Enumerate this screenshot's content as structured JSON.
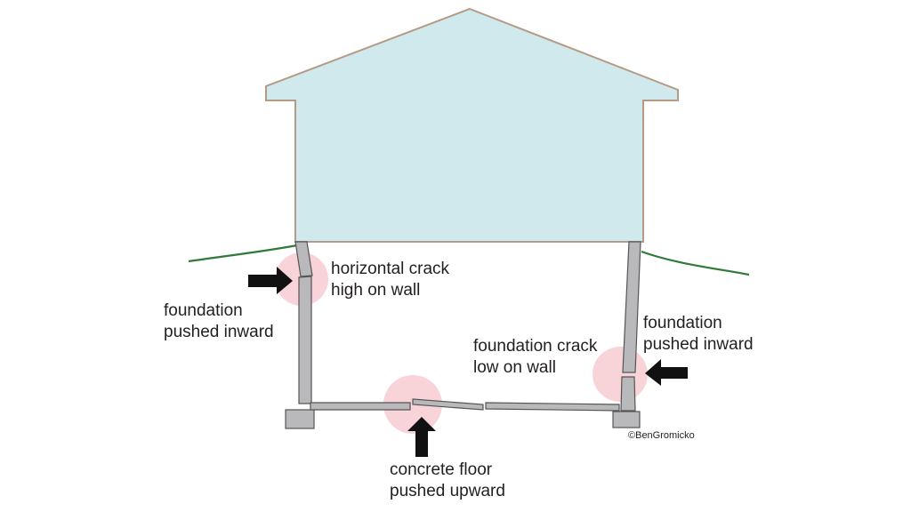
{
  "labels": {
    "horizontal_crack": [
      "horizontal crack",
      "high on wall"
    ],
    "left_pushed": [
      "foundation",
      "pushed inward"
    ],
    "right_pushed": [
      "foundation",
      "pushed inward"
    ],
    "low_crack": [
      "foundation crack",
      "low on wall"
    ],
    "floor_pushed": [
      "concrete floor",
      "pushed upward"
    ]
  },
  "copyright": "©BenGromicko",
  "colors": {
    "house_fill": "#cfe9ec",
    "house_stroke": "#b59a86",
    "ground": "#2f7a3b",
    "wall_fill": "#b9b9bb",
    "wall_stroke": "#555555",
    "highlight": "#f6c9cf",
    "arrow": "#111111"
  }
}
